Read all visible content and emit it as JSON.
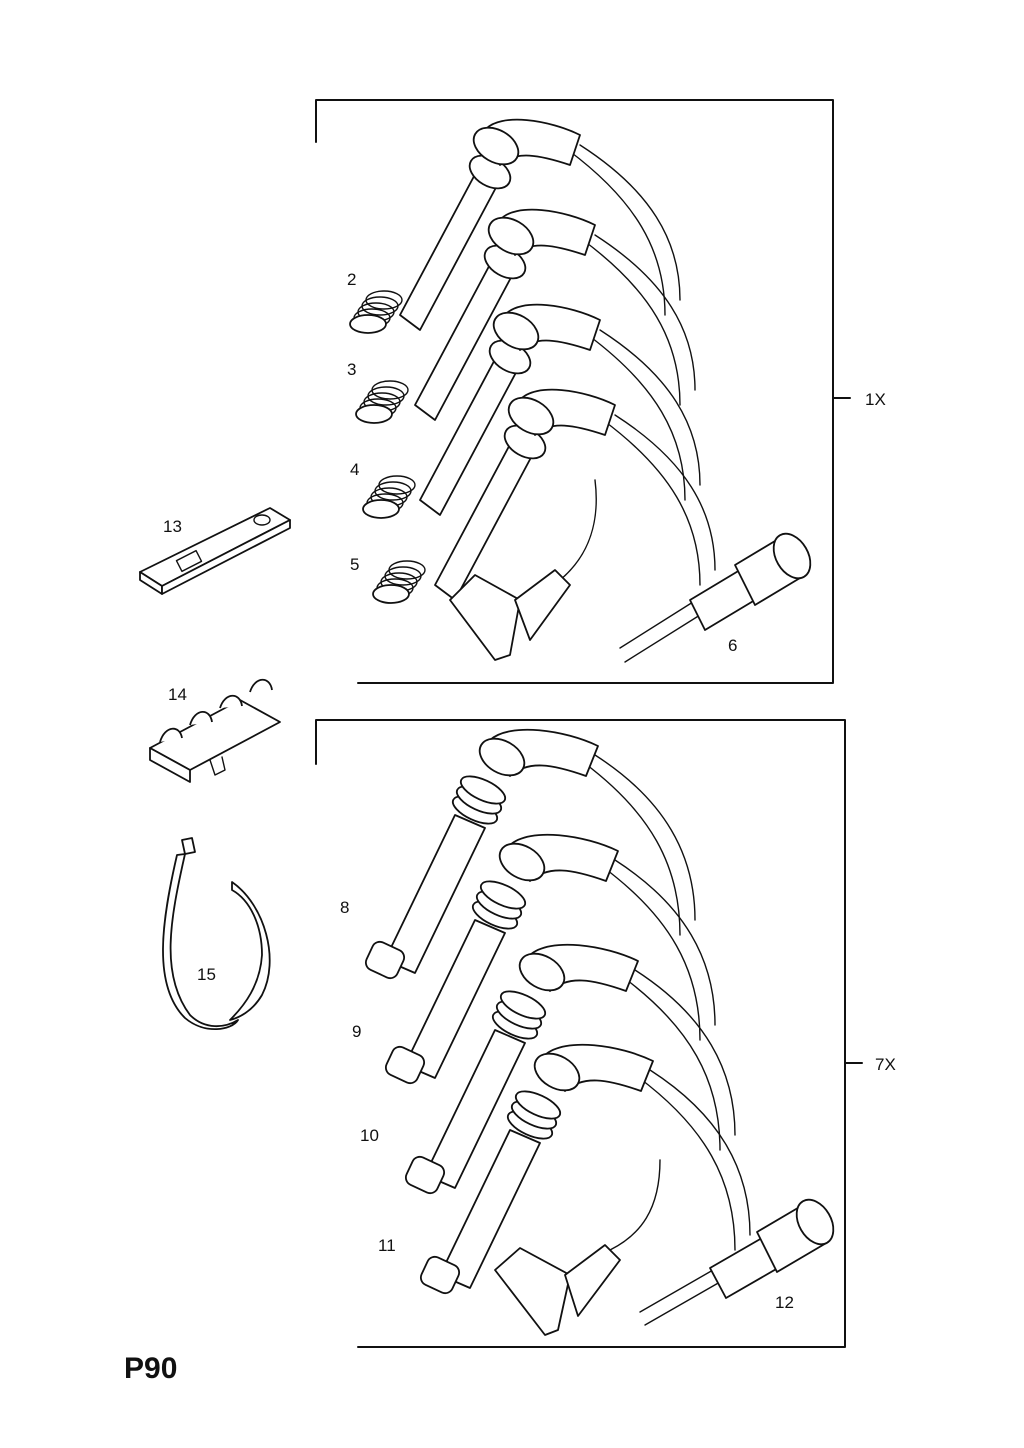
{
  "page_code": "P90",
  "groups": [
    {
      "qty_label": "1X",
      "item_labels": [
        "2",
        "3",
        "4",
        "5",
        "6"
      ]
    },
    {
      "qty_label": "7X",
      "item_labels": [
        "8",
        "9",
        "10",
        "11",
        "12"
      ]
    }
  ],
  "loose_parts": [
    {
      "label": "13",
      "name": "bracket-plate"
    },
    {
      "label": "14",
      "name": "cable-clip"
    },
    {
      "label": "15",
      "name": "cable-tie"
    }
  ]
}
